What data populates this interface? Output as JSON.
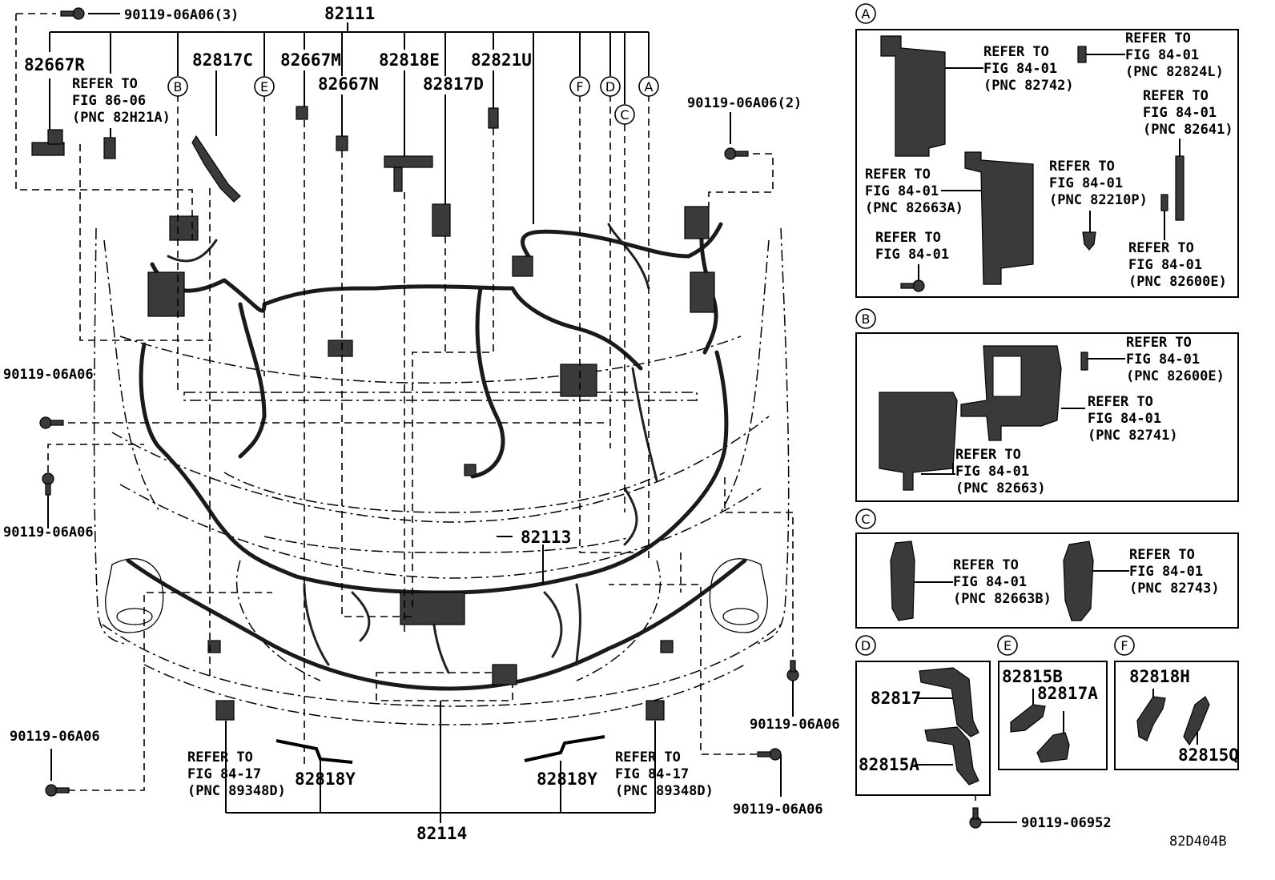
{
  "diagram_id": "82D404B",
  "main": {
    "part_82111": "82111",
    "part_82667R": "82667R",
    "part_82817C": "82817C",
    "part_82667M": "82667M",
    "part_82667N": "82667N",
    "part_82818E": "82818E",
    "part_82817D": "82817D",
    "part_82821U": "82821U",
    "part_82113": "82113",
    "part_82114": "82114",
    "part_82818Y_left": "82818Y",
    "part_82818Y_right": "82818Y",
    "bolt_top": "90119-06A06(3)",
    "bolt_right_top": "90119-06A06(2)",
    "bolt_left_1": "90119-06A06",
    "bolt_left_2": "90119-06A06",
    "bolt_left_3": "90119-06A06",
    "bolt_right_1": "90119-06A06",
    "bolt_right_2": "90119-06A06",
    "ref_86_06": [
      "REFER TO",
      "FIG 86-06",
      "(PNC 82H21A)"
    ],
    "ref_84_17_left": [
      "REFER TO",
      "FIG 84-17",
      "(PNC 89348D)"
    ],
    "ref_84_17_right": [
      "REFER TO",
      "FIG 84-17",
      "(PNC 89348D)"
    ],
    "callouts": [
      "A",
      "B",
      "C",
      "D",
      "E",
      "F"
    ]
  },
  "panel_a": {
    "letter": "A",
    "refs": [
      [
        "REFER TO",
        "FIG 84-01",
        "(PNC 82742)"
      ],
      [
        "REFER TO",
        "FIG 84-01",
        "(PNC 82824L)"
      ],
      [
        "REFER TO",
        "FIG 84-01",
        "(PNC 82641)"
      ],
      [
        "REFER TO",
        "FIG 84-01",
        "(PNC 82663A)"
      ],
      [
        "REFER TO",
        "FIG 84-01",
        "(PNC 82210P)"
      ],
      [
        "REFER TO",
        "FIG 84-01"
      ],
      [
        "REFER TO",
        "FIG 84-01",
        "(PNC 82600E)"
      ]
    ]
  },
  "panel_b": {
    "letter": "B",
    "refs": [
      [
        "REFER TO",
        "FIG 84-01",
        "(PNC 82600E)"
      ],
      [
        "REFER TO",
        "FIG 84-01",
        "(PNC 82741)"
      ],
      [
        "REFER TO",
        "FIG 84-01",
        "(PNC 82663)"
      ]
    ]
  },
  "panel_c": {
    "letter": "C",
    "refs": [
      [
        "REFER TO",
        "FIG 84-01",
        "(PNC 82663B)"
      ],
      [
        "REFER TO",
        "FIG 84-01",
        "(PNC 82743)"
      ]
    ]
  },
  "panel_d": {
    "letter": "D",
    "parts": [
      "82817",
      "82815A"
    ]
  },
  "panel_e": {
    "letter": "E",
    "parts": [
      "82815B",
      "82817A"
    ]
  },
  "panel_f": {
    "letter": "F",
    "parts": [
      "82818H",
      "82815Q"
    ]
  },
  "bottom_bolt": "90119-06952"
}
